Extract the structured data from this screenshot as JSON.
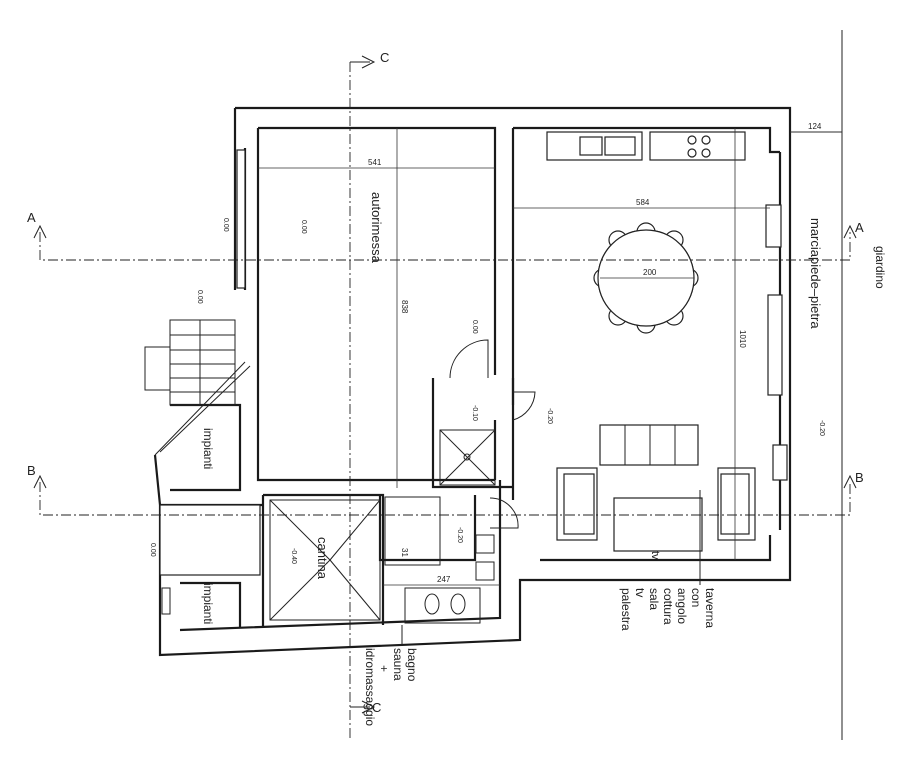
{
  "dimensions": {
    "d124": "124",
    "d541": "541",
    "d584": "584",
    "d200": "200",
    "d838": "838",
    "d1010": "1010",
    "d247": "247"
  },
  "levels": {
    "l1": "0.00",
    "l2": "0.00",
    "l3": "0.00",
    "l4": "0.00",
    "l5": "-0.10",
    "l6": "-0.20",
    "l7": "-0.20",
    "l8": "-0.20",
    "l9": "-0.40",
    "l10": "0.00"
  },
  "sections": {
    "a": "A",
    "b": "B",
    "c": "C"
  },
  "rooms": {
    "autorimessa": "autorimessa",
    "impianti_top": "impianti",
    "impianti_bottom": "impianti",
    "cantina": "cantina",
    "bagno": [
      "bagno",
      "sauna",
      "+",
      "idromassaggio"
    ],
    "taverna": [
      "taverna",
      "con",
      "angolo",
      "cottura",
      "sala",
      "tv",
      "palestra"
    ],
    "tv_mark": "tv",
    "marciapiede": "marciapiede–pietra",
    "giardino": "giardino",
    "stamp": "31"
  }
}
